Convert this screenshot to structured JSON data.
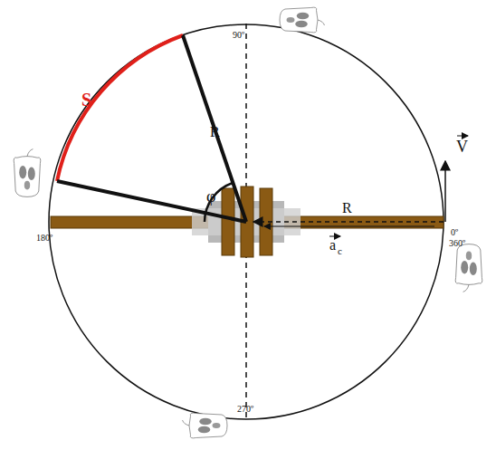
{
  "diagram": {
    "labels": [
      "90º",
      "180º",
      "0º",
      "360º",
      "270º",
      "S",
      "R",
      "R",
      "φ",
      "V",
      "a",
      "c"
    ]
  }
}
